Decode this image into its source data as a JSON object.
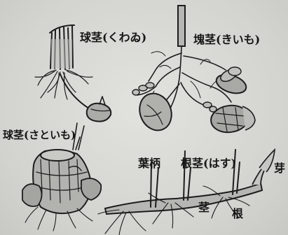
{
  "labels": {
    "corm_kuwai": "球茎(くわゐ)",
    "tuber_kiimo": "塊茎(きいも)",
    "corm_satoimo": "球茎(さといも)",
    "petiole": "葉柄",
    "rhizome_hasu": "根茎(はす)",
    "bud": "芽",
    "stem": "茎",
    "root": "根"
  }
}
